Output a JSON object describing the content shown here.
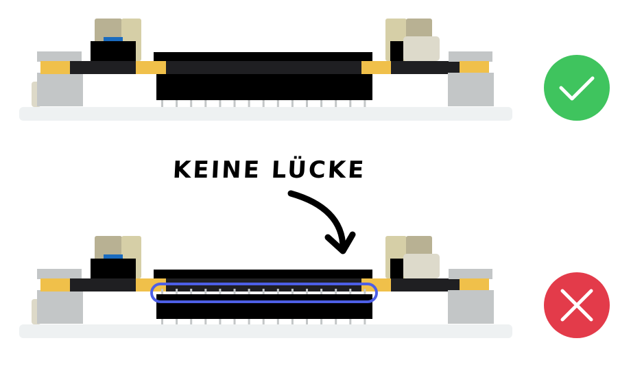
{
  "annotation": {
    "text": "KEINE LÜCKE"
  },
  "panels": [
    {
      "name": "correct",
      "status_icon": "check-icon",
      "status_color": "#3fc45e",
      "gap": false
    },
    {
      "name": "incorrect",
      "status_icon": "x-icon",
      "status_color": "#e33b4a",
      "gap": true
    }
  ],
  "colors": {
    "highlight": "#4d5fe6",
    "pin_yellow": "#f0c04a",
    "black": "#000000",
    "dark": "#1f1f22",
    "gray": "#c3c6c7",
    "base": "#eef1f2"
  }
}
